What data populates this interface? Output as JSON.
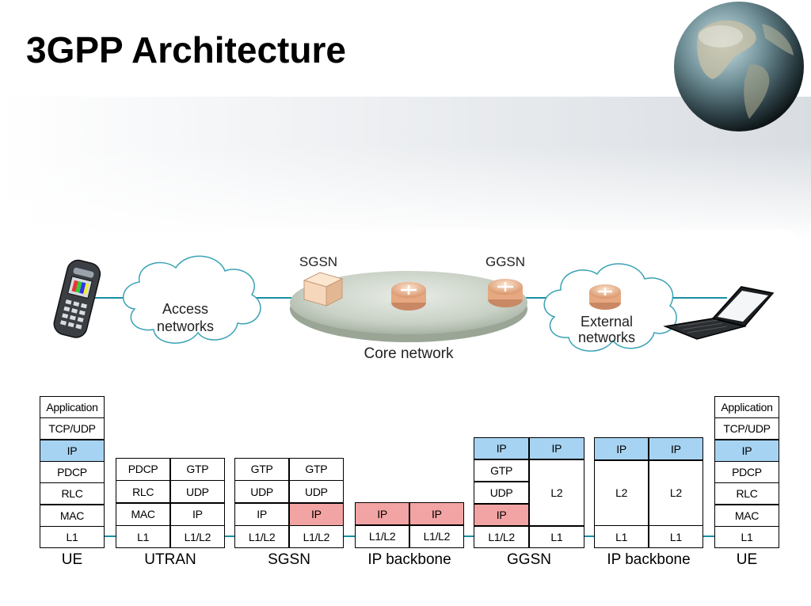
{
  "slide": {
    "title": "3GPP Architecture"
  },
  "network": {
    "access_networks": "Access networks",
    "core_network": "Core network",
    "external_networks": "External networks",
    "sgsn": "SGSN",
    "ggsn": "GGSN"
  },
  "stacks": {
    "ue_left": {
      "label": "UE",
      "cells": [
        "Application",
        "TCP/UDP",
        "IP",
        "PDCP",
        "RLC",
        "MAC",
        "L1"
      ]
    },
    "utran": {
      "label": "UTRAN",
      "cells": [
        "PDCP",
        "GTP",
        "RLC",
        "UDP",
        "MAC",
        "IP",
        "L1",
        "L1/L2"
      ]
    },
    "sgsn": {
      "label": "SGSN",
      "cells": [
        "GTP",
        "GTP",
        "UDP",
        "UDP",
        "IP",
        "IP",
        "L1/L2",
        "L1/L2"
      ]
    },
    "ip_backbone_1": {
      "label": "IP backbone",
      "cells": [
        "IP",
        "IP",
        "L1/L2",
        "L1/L2"
      ]
    },
    "ggsn": {
      "label": "GGSN",
      "cells": [
        "IP",
        "IP",
        "GTP",
        "UDP",
        "L2",
        "IP",
        "L1/L2",
        "L1"
      ]
    },
    "ip_backbone_2": {
      "label": "IP backbone",
      "cells": [
        "IP",
        "IP",
        "L2",
        "L2",
        "L1",
        "L1"
      ]
    },
    "ue_right": {
      "label": "UE",
      "cells": [
        "Application",
        "TCP/UDP",
        "IP",
        "PDCP",
        "RLC",
        "MAC",
        "L1"
      ]
    }
  },
  "colors": {
    "ip_highlight_blue": "#a7d3f2",
    "ip_highlight_red": "#f2a3a3",
    "link_line": "#1a8fa3"
  }
}
